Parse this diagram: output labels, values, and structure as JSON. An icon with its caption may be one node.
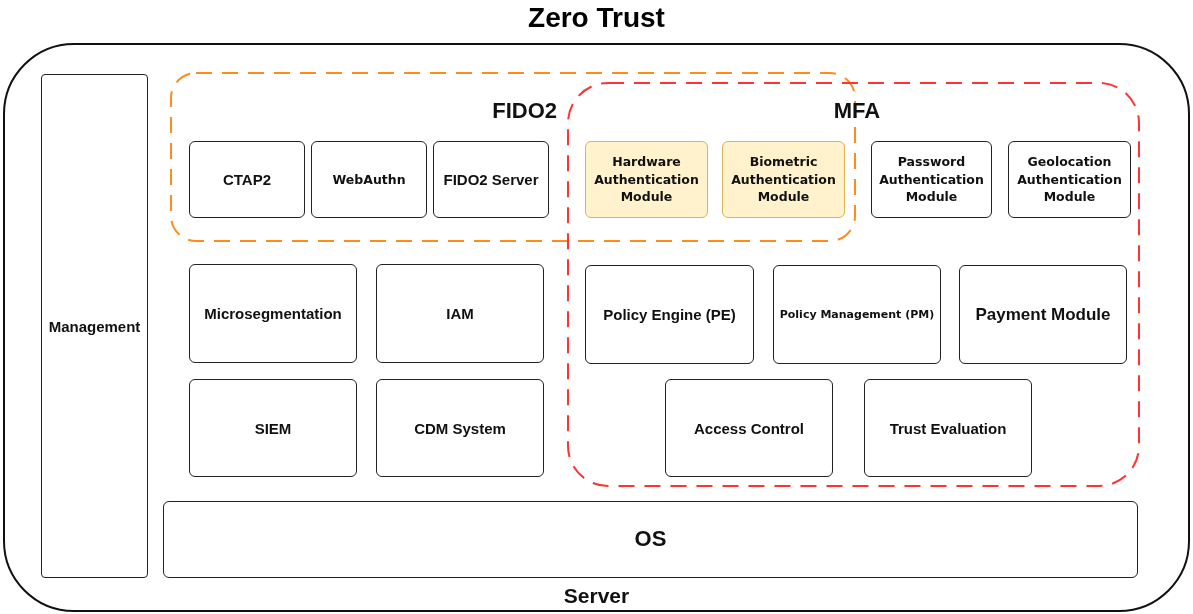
{
  "diagram": {
    "title": "Zero Trust",
    "nodes": [
      {
        "text": [
          "Server"
        ]
      },
      {
        "text": [
          "Management"
        ],
        "in": 0
      },
      {
        "text": [
          "FIDO2"
        ],
        "in": 0
      },
      {
        "text": [
          "CTAP2"
        ],
        "in": 2
      },
      {
        "text": [
          "WebAuthn"
        ],
        "in": 2
      },
      {
        "text": [
          "FIDO2 Server"
        ],
        "in": 2
      },
      {
        "text": [
          "MFA"
        ],
        "in": 0
      },
      {
        "text": [
          "Hardware Authentication Module"
        ]
      },
      {
        "text": [
          "Biometric Authentication Module"
        ]
      },
      {
        "text": [
          "Password Authentication Module"
        ],
        "in": 6
      },
      {
        "text": [
          "Geolocation Authentication Module"
        ],
        "in": 6
      },
      {
        "text": [
          "Microsegmentation"
        ],
        "in": 0
      },
      {
        "text": [
          "IAM"
        ],
        "in": 0
      },
      {
        "text": [
          "Policy Engine (PE)"
        ],
        "in": 6
      },
      {
        "text": [
          "Policy Management (PM)"
        ],
        "in": 6
      },
      {
        "text": [
          "Payment Module"
        ],
        "in": 6
      },
      {
        "text": [
          "SIEM"
        ],
        "in": 0
      },
      {
        "text": [
          "CDM System"
        ],
        "in": 0
      },
      {
        "text": [
          "Access Control"
        ],
        "in": 6
      },
      {
        "text": [
          "Trust Evaluation"
        ],
        "in": 6
      },
      {
        "text": [
          "OS"
        ],
        "in": 0
      }
    ],
    "edges": []
  }
}
